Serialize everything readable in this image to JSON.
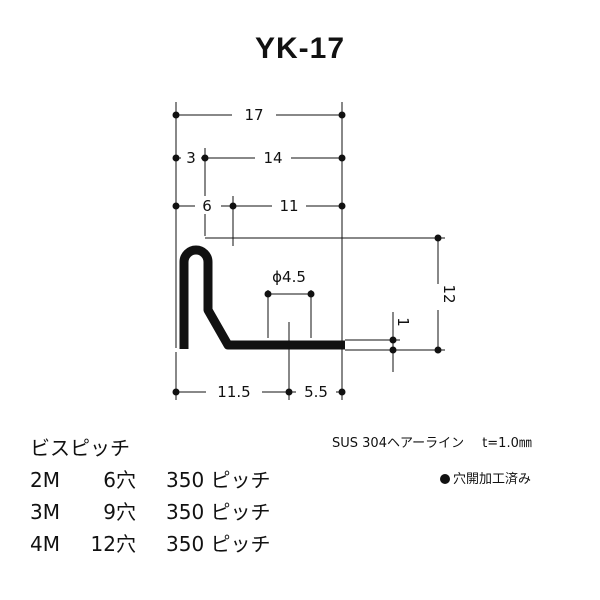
{
  "title": "YK-17",
  "dimensions": {
    "overall_width": "17",
    "d3": "3",
    "d14": "14",
    "d6": "6",
    "d11": "11",
    "hole": "ϕ4.5",
    "height": "12",
    "thickness": "1",
    "bottom_left": "11.5",
    "bottom_right": "5.5"
  },
  "screw_pitch": {
    "heading": "ビスピッチ",
    "rows": [
      {
        "size": "2M",
        "holes": "6穴",
        "pitch": "350 ピッチ"
      },
      {
        "size": "3M",
        "holes": "9穴",
        "pitch": "350 ピッチ"
      },
      {
        "size": "4M",
        "holes": "12穴",
        "pitch": "350 ピッチ"
      }
    ]
  },
  "spec": {
    "material": "SUS 304ヘアーライン",
    "thickness": "t=1.0㎜"
  },
  "note": {
    "text": "穴開加工済み"
  }
}
